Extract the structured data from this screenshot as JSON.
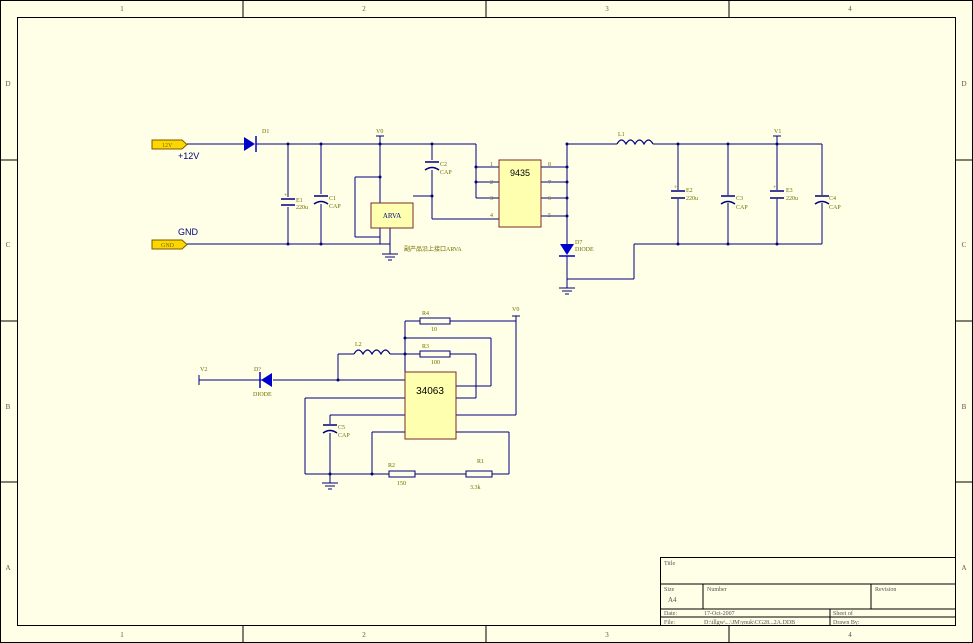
{
  "frame": {
    "cols": [
      "1",
      "2",
      "3",
      "4"
    ],
    "rows": [
      "D",
      "C",
      "B",
      "A"
    ]
  },
  "title_block": {
    "title_label": "Title",
    "size_label": "Size",
    "size_value": "A4",
    "number_label": "Number",
    "revision_label": "Revision",
    "date_label": "Date:",
    "date_value": "17-Oct-2007",
    "sheet_label": "Sheet   of",
    "file_label": "File:",
    "file_value": "D:\\tllgw\\...\\JM\\ynuk\\CG28...2A.DDB",
    "drawn_label": "Drawn By:"
  },
  "connectors": {
    "in12_port": "12V",
    "in12_text": "+12V",
    "gnd_port": "GND",
    "gnd_text": "GND"
  },
  "components": {
    "d1_ref": "D1",
    "e1_ref": "E1",
    "e1_val": "220u",
    "c1_ref": "C1",
    "c1_val": "CAP",
    "v0_top": "V0",
    "c2_ref": "C2",
    "c2_val": "CAP",
    "arva_label": "ARVA",
    "arva_note": "副产品沿上接口ARVA",
    "ic_9435": "9435",
    "ic_pins": [
      "1",
      "2",
      "3",
      "4",
      "8",
      "7",
      "6",
      "5"
    ],
    "l1_ref": "L1",
    "v1_ref": "V1",
    "d7_ref": "D7",
    "d7_val": "DIODE",
    "e2_ref": "E2",
    "e2_val": "220u",
    "c3_ref": "C3",
    "c3_val": "CAP",
    "e3_ref": "E3",
    "e3_val": "220u",
    "c4_ref": "C4",
    "c4_val": "CAP",
    "r4_ref": "R4",
    "r4_val": "10",
    "v0_bottom": "V0",
    "l2_ref": "L2",
    "r3_ref": "R3",
    "r3_val": "100",
    "vin2_ref": "V2",
    "d2_ref": "D?",
    "d2_val": "DIODE",
    "ic_34063": "34063",
    "c5_ref": "C5",
    "c5_val": "CAP",
    "r2_ref": "R2",
    "r2_val": "150",
    "r1_ref": "R1",
    "r1_val": "3.3k"
  },
  "colors": {
    "background": "#fffee6",
    "frame": "#000000",
    "wire": "#000080",
    "ic_fill": "#ffffb0",
    "diode": "#0000cc",
    "port_fill": "#ffd700"
  }
}
